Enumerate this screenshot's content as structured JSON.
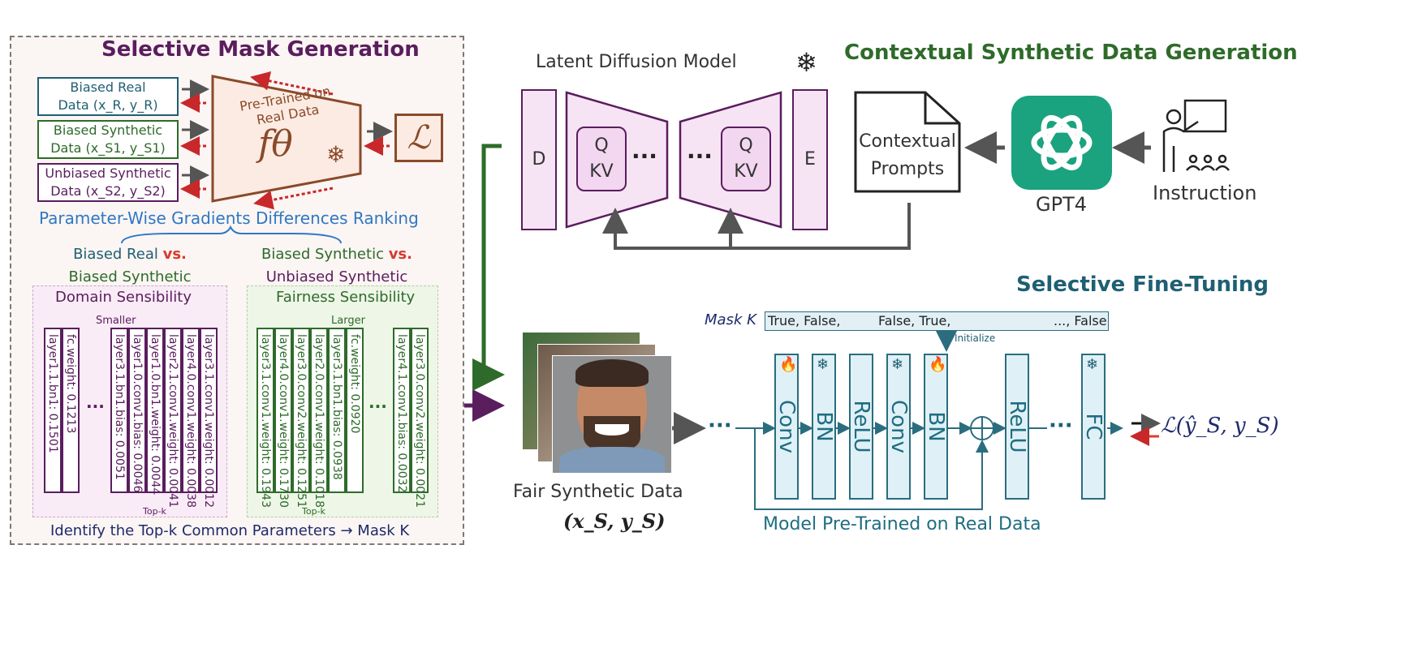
{
  "left_panel": {
    "title": "Selective Mask Generation",
    "inputs": [
      {
        "line1": "Biased Real",
        "line2": "Data (x_R, y_R)"
      },
      {
        "line1": "Biased Synthetic",
        "line2": "Data (x_S1, y_S1)"
      },
      {
        "line1": "Unbiased Synthetic",
        "line2": "Data (x_S2, y_S2)"
      }
    ],
    "model_text": "Pre-Trained on Real Data",
    "model_symbol": "fθ",
    "loss_symbol": "ℒ",
    "ranking_title": "Parameter-Wise Gradients Differences Ranking",
    "comparison_left": {
      "a": "Biased Real",
      "vs": "vs.",
      "b": "Biased Synthetic"
    },
    "comparison_right": {
      "a": "Biased Synthetic",
      "vs": "vs.",
      "b": "Unbiased Synthetic"
    },
    "domain": {
      "title": "Domain Sensibility",
      "direction": "Smaller",
      "columns": [
        "layer1.1.bn1: 0.1501",
        "fc.weight: 0.1213",
        "layer3.1.bn1.bias: 0.0051",
        "layer1.0.conv1.bias: 0.0046",
        "layer1.0.bn1.weight: 0.0044",
        "layer2.1.conv1.weight: 0.0041",
        "layer4.0.conv1.weight: 0.0038",
        "layer3.1.conv1.weight: 0.0012"
      ],
      "dots": "...",
      "topk": "Top-k"
    },
    "fairness": {
      "title": "Fairness Sensibility",
      "direction": "Larger",
      "columns": [
        "layer3.1.conv1.weight: 0.1943",
        "layer4.0.conv1.weight: 0.1730",
        "layer3.0.conv2.weight: 0.1251",
        "layer2.0.conv1.weight: 0.1018",
        "layer3.1.bn1.bias: 0.0938",
        "fc.weight: 0.0920",
        "layer4.1.conv1.bias: 0.0032",
        "layer3.0.conv2.weight: 0.0021"
      ],
      "dots": "...",
      "topk": "Top-k"
    },
    "footer": "Identify the Top-k Common Parameters → Mask K"
  },
  "top_panel": {
    "title": "Contextual Synthetic Data Generation",
    "ldm_title": "Latent Diffusion Model",
    "d_label": "D",
    "e_label": "E",
    "q_label": "Q",
    "kv_label": "KV",
    "dots": "···",
    "prompts": "Contextual Prompts",
    "gpt": "GPT4",
    "instruction": "Instruction"
  },
  "bottom_panel": {
    "title": "Selective Fine-Tuning",
    "mask_label": "Mask K",
    "mask_values": [
      "True, False,",
      "False, True,",
      "..., False"
    ],
    "initialize": "Initialize",
    "layers": [
      "Conv",
      "BN",
      "ReLU",
      "Conv",
      "BN",
      "ReLU",
      "FC"
    ],
    "layer_icons": [
      "flame-icon",
      "snowflake-icon",
      "",
      "snowflake-icon",
      "flame-icon",
      "",
      "snowflake-icon"
    ],
    "model_caption": "Model Pre-Trained on Real Data",
    "data_caption": "Fair Synthetic Data",
    "data_symbol": "(x_S, y_S)",
    "loss": "ℒ(ŷ_S, y_S)",
    "dots": "···"
  },
  "colors": {
    "left_bg": "#fbf5f3",
    "top_bg": "#f3f9ee",
    "bottom_bg": "#eef6f9",
    "purple": "#5a1d5e",
    "blue": "#2f78c4",
    "green": "#2e6b2a",
    "teal": "#1f6d82",
    "brown": "#8a4a2a",
    "gpt": "#1aa37e",
    "red": "#d83a2e"
  }
}
